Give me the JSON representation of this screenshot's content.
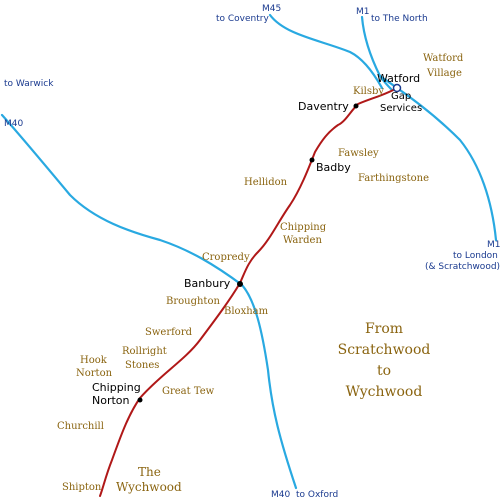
{
  "title": [
    "From",
    "Scratchwood",
    "to",
    "Wychwood"
  ],
  "road_labels": {
    "m45": "M45",
    "to_coventry": "to Coventry",
    "m1_north": "M1",
    "to_the_north": "to The North",
    "to_warwick": "to Warwick",
    "m40_west": "M40",
    "m1_south": "M1",
    "to_london": "to London",
    "scratchwood": "(& Scratchwood)",
    "m40_south": "M40",
    "to_oxford": "to Oxford"
  },
  "towns": {
    "watford": "Watford",
    "gap": "Gap",
    "services": "Services",
    "daventry": "Daventry",
    "badby": "Badby",
    "banbury": "Banbury",
    "chipping": "Chipping",
    "norton": "Norton"
  },
  "villages": {
    "watford_village_1": "Watford",
    "watford_village_2": "Village",
    "kilsby": "Kilsby",
    "fawsley": "Fawsley",
    "farthingstone": "Farthingstone",
    "hellidon": "Hellidon",
    "chipping_warden_1": "Chipping",
    "chipping_warden_2": "Warden",
    "cropredy": "Cropredy",
    "broughton": "Broughton",
    "bloxham": "Bloxham",
    "swerford": "Swerford",
    "rollright_1": "Rollright",
    "rollright_2": "Stones",
    "hook_norton_1": "Hook",
    "hook_norton_2": "Norton",
    "great_tew": "Great Tew",
    "churchill": "Churchill",
    "shipton": "Shipton",
    "wychwood_1": "The",
    "wychwood_2": "Wychwood"
  },
  "colors": {
    "motorway": "#29a9e1",
    "route": "#b01818",
    "road_label": "#1a3a8f",
    "village": "#8a6410",
    "town": "#000000"
  }
}
